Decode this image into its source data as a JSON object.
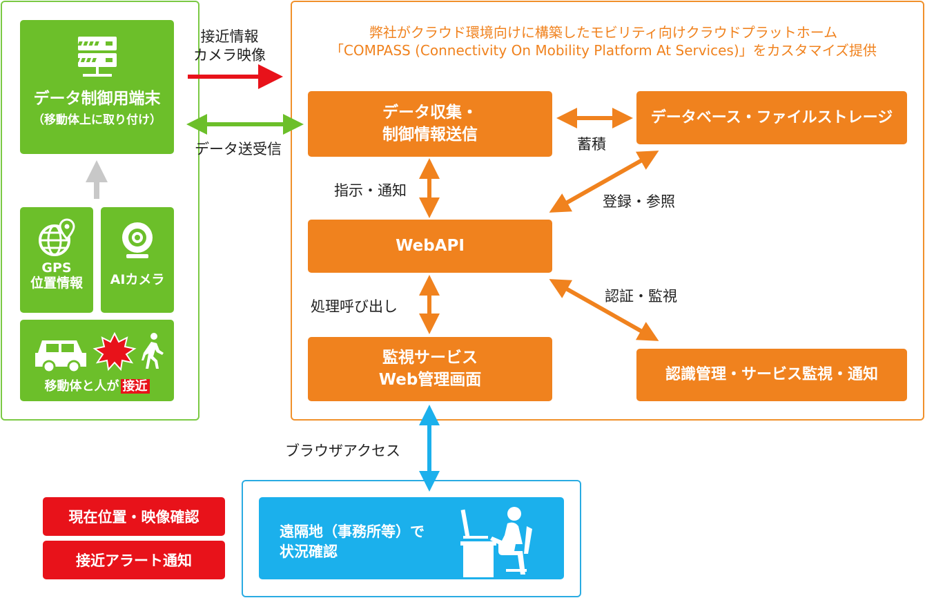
{
  "header": {
    "line1": "弊社がクラウド環境向けに構築したモビリティ向けクラウドプラットホーム",
    "line2": "「COMPASS (Connectivity On Mobility Platform At Services)」をカスタマイズ提供"
  },
  "device": {
    "terminal_title": "データ制御用端末",
    "terminal_sub": "（移動体上に取り付け）",
    "gps_label_1": "GPS",
    "gps_label_2": "位置情報",
    "camera_label": "AIカメラ",
    "approach_label": "移動体と人が",
    "approach_badge": "接近"
  },
  "links": {
    "approach_info_1": "接近情報",
    "approach_info_2": "カメラ映像",
    "data_tx": "データ送受信",
    "store": "蓄積",
    "instruct": "指示・通知",
    "register": "登録・参照",
    "process_call": "処理呼び出し",
    "auth": "認証・監視",
    "browser": "ブラウザアクセス"
  },
  "cloud": {
    "collect_1": "データ収集・",
    "collect_2": "制御情報送信",
    "storage": "データベース・ファイルストレージ",
    "webapi": "WebAPI",
    "monitor_1": "監視サービス",
    "monitor_2": "Web管理画面",
    "auth_box": "認識管理・サービス監視・通知"
  },
  "legend": {
    "item1": "現在位置・映像確認",
    "item2": "接近アラート通知"
  },
  "remote": {
    "line1": "遠隔地（事務所等）で",
    "line2": "状況確認"
  },
  "colors": {
    "green": "#6cbf2a",
    "orange": "#f0821e",
    "red": "#e8121a",
    "blue": "#1bb0ec"
  }
}
